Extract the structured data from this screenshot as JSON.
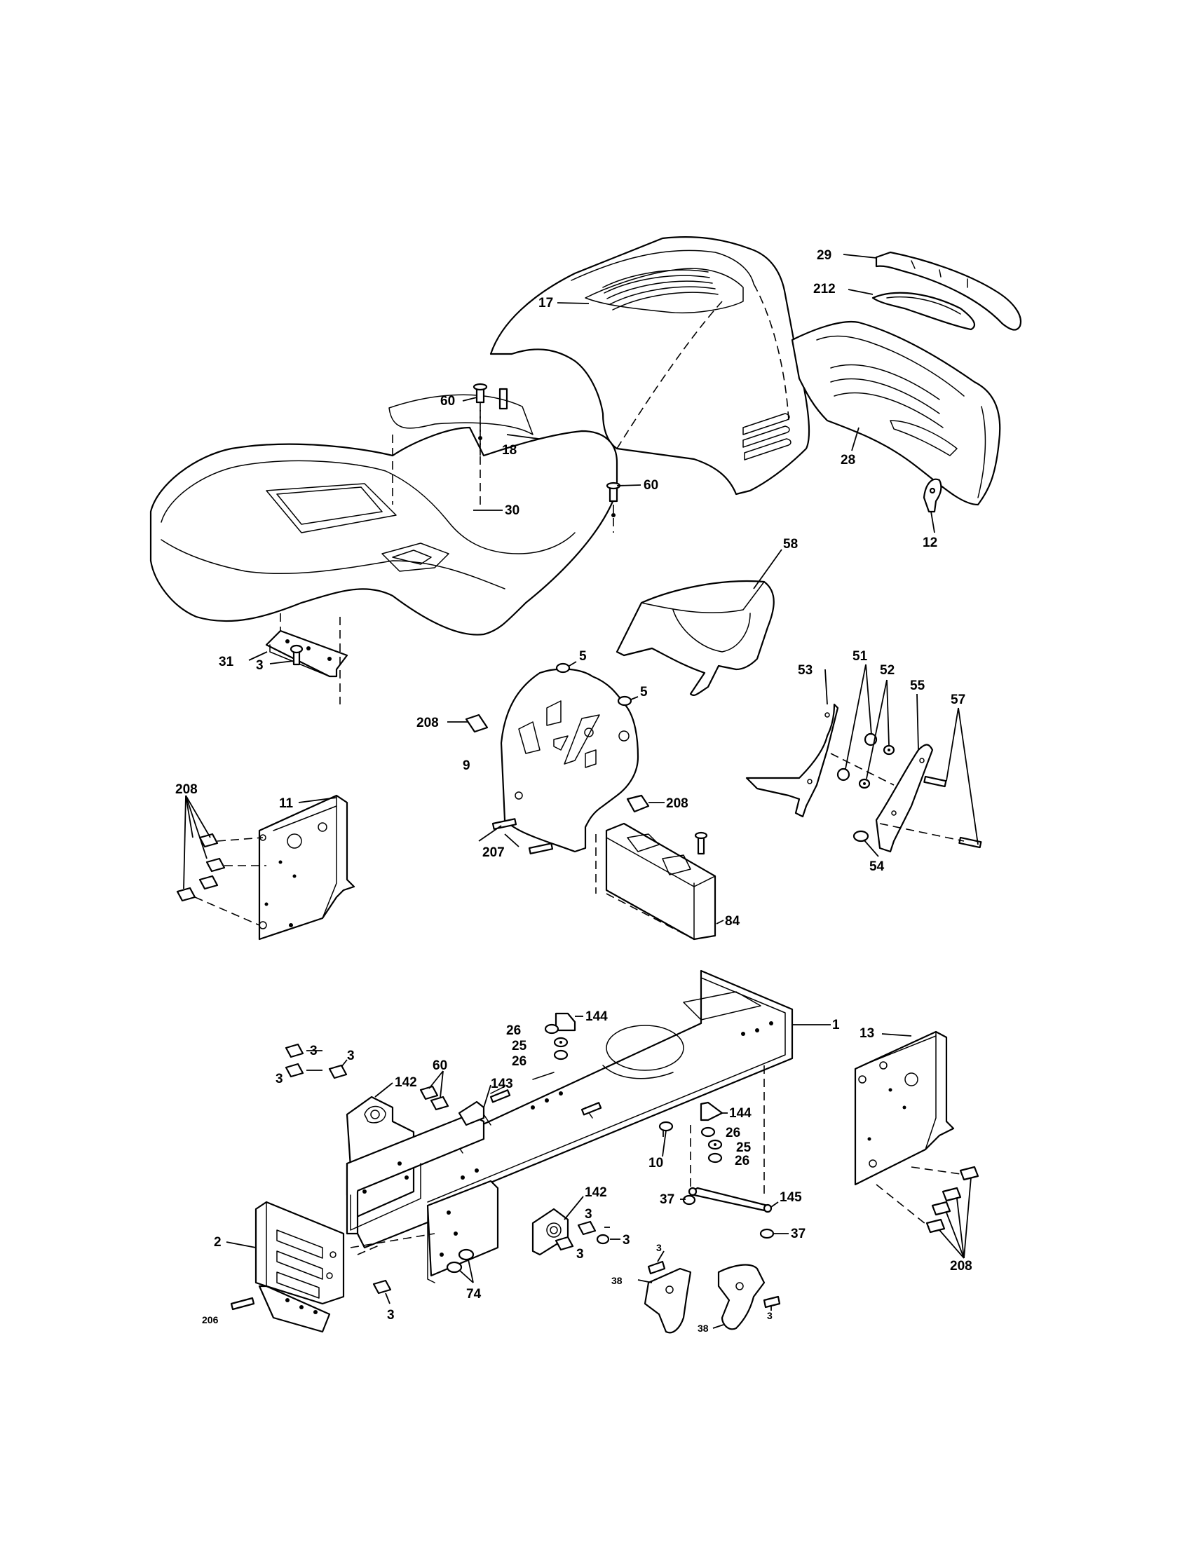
{
  "diagram": {
    "callouts": {
      "c29": "29",
      "c212": "212",
      "c17": "17",
      "c60a": "60",
      "c18": "18",
      "c60b": "60",
      "c30": "30",
      "c28": "28",
      "c12": "12",
      "c58": "58",
      "c31": "31",
      "c3a": "3",
      "c5a": "5",
      "c5b": "5",
      "c208a": "208",
      "c9": "9",
      "c53": "53",
      "c51": "51",
      "c52": "52",
      "c55": "55",
      "c57": "57",
      "c54": "54",
      "c208b": "208",
      "c11": "11",
      "c207": "207",
      "c208c": "208",
      "c84": "84",
      "c144a": "144",
      "c26a": "26",
      "c25a": "25",
      "c26b": "26",
      "c1": "1",
      "c13": "13",
      "c3b": "3",
      "c3c": "3",
      "c3d": "3",
      "c60c": "60",
      "c142a": "142",
      "c143": "143",
      "c144b": "144",
      "c26c": "26",
      "c25b": "25",
      "c26d": "26",
      "c10": "10",
      "c142b": "142",
      "c3e": "3",
      "c3f": "3",
      "c3g": "3",
      "c37a": "37",
      "c145": "145",
      "c37b": "37",
      "c2": "2",
      "c74": "74",
      "c3h": "3",
      "c38a": "38",
      "c208d": "208",
      "c3i": "3",
      "c206": "206",
      "c38b": "38",
      "c3j": "3"
    }
  }
}
